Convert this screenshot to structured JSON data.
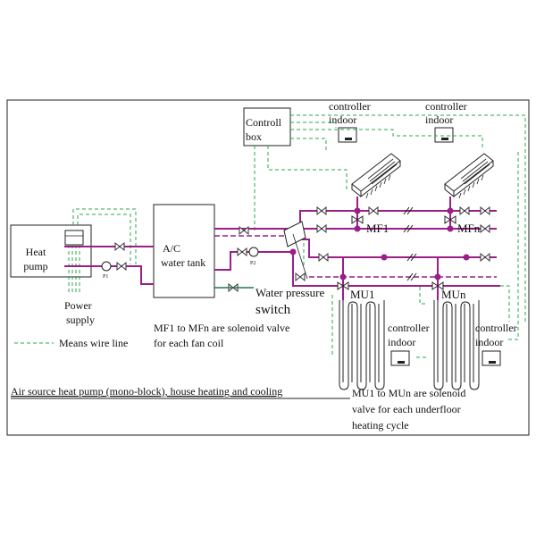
{
  "colors": {
    "pipe": "#9b1f86",
    "wire": "#2aa84a",
    "frame": "#222222",
    "valve": "#333333",
    "water": "#1f7a4a"
  },
  "labels": {
    "heat_pump_1": "Heat",
    "heat_pump_2": "pump",
    "ac_line1": "A/C",
    "ac_line2": "water tank",
    "control_box_1": "Controll",
    "control_box_2": "box",
    "ctrl_top1_a": "controller",
    "ctrl_top1_b": "indoor",
    "ctrl_top2_a": "controller",
    "ctrl_top2_b": "indoor",
    "ctrl_bot1_a": "controller",
    "ctrl_bot1_b": "indoor",
    "ctrl_bot2_a": "controller",
    "ctrl_bot2_b": "indoor",
    "mf1": "MF1",
    "mfn": "MFn",
    "mu1": "MU1",
    "mun": "MUn",
    "p1": "P1",
    "p2": "P2",
    "power_supply_1": "Power",
    "power_supply_2": "supply",
    "wire_legend": "Means wire line",
    "mf_note_1": "MF1 to MFn are solenoid valve",
    "mf_note_2": "for each fan coil",
    "wps_1": "Water pressure",
    "wps_2": "switch",
    "title": "Air source heat pump (mono-block), house heating and cooling",
    "mu_note_1": "MU1 to MUn are solenoid",
    "mu_note_2": "valve for each underfloor",
    "mu_note_3": "heating cycle"
  }
}
